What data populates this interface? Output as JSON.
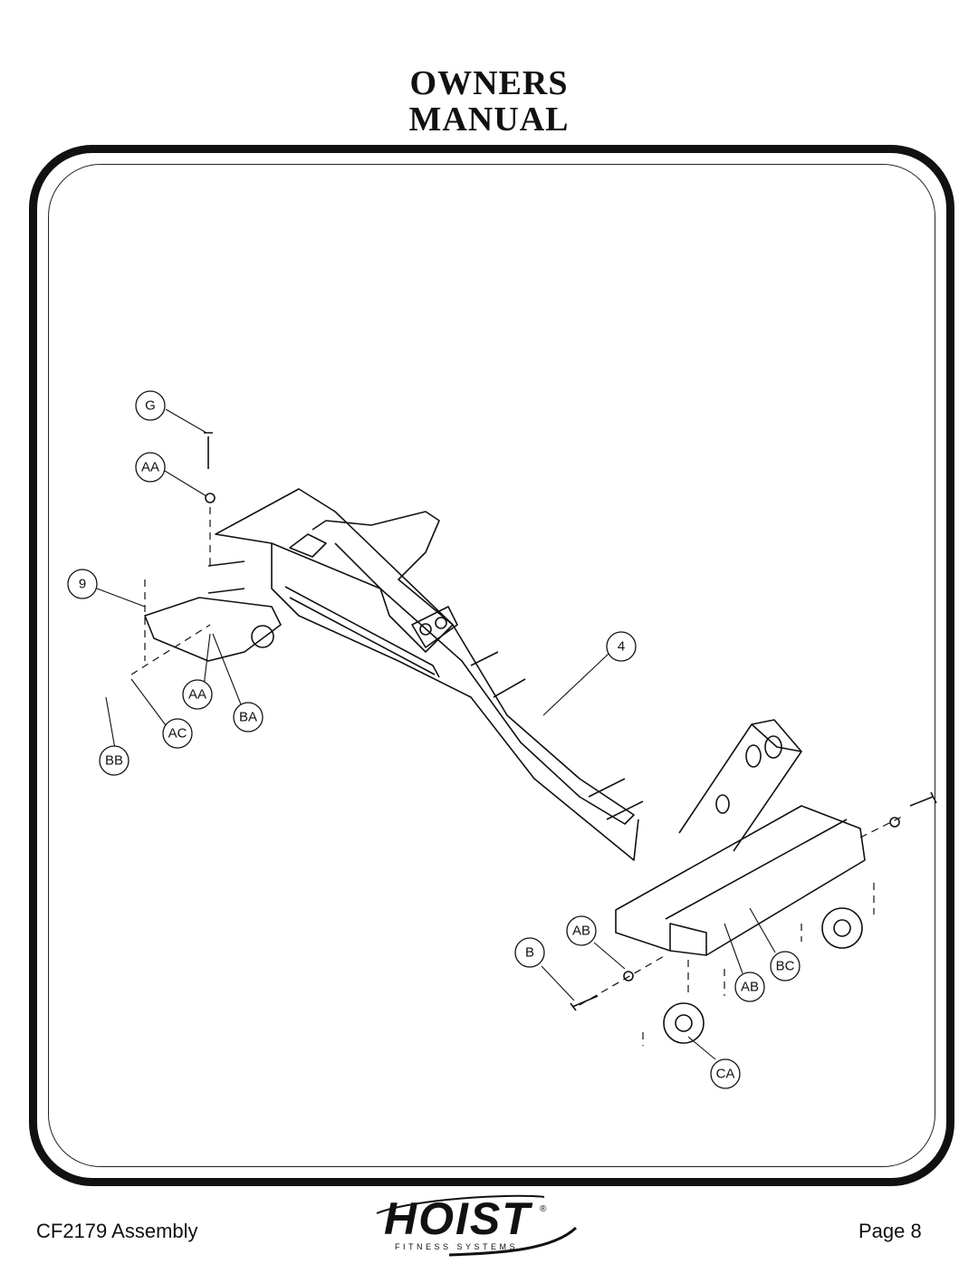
{
  "header": {
    "line1": "OWNERS",
    "line2": "MANUAL"
  },
  "callouts": [
    {
      "id": "G",
      "label": "G"
    },
    {
      "id": "AA1",
      "label": "AA"
    },
    {
      "id": "9",
      "label": "9"
    },
    {
      "id": "AA2",
      "label": "AA"
    },
    {
      "id": "BA",
      "label": "BA"
    },
    {
      "id": "AC",
      "label": "AC"
    },
    {
      "id": "BB",
      "label": "BB"
    },
    {
      "id": "4",
      "label": "4"
    },
    {
      "id": "AB1",
      "label": "AB"
    },
    {
      "id": "B",
      "label": "B"
    },
    {
      "id": "AB2",
      "label": "AB"
    },
    {
      "id": "BC",
      "label": "BC"
    },
    {
      "id": "CA",
      "label": "CA"
    }
  ],
  "footer": {
    "left": "CF2179 Assembly",
    "right": "Page 8",
    "logo_text": "HOIST",
    "logo_sub": "FITNESS SYSTEMS",
    "logo_mark": "®"
  }
}
